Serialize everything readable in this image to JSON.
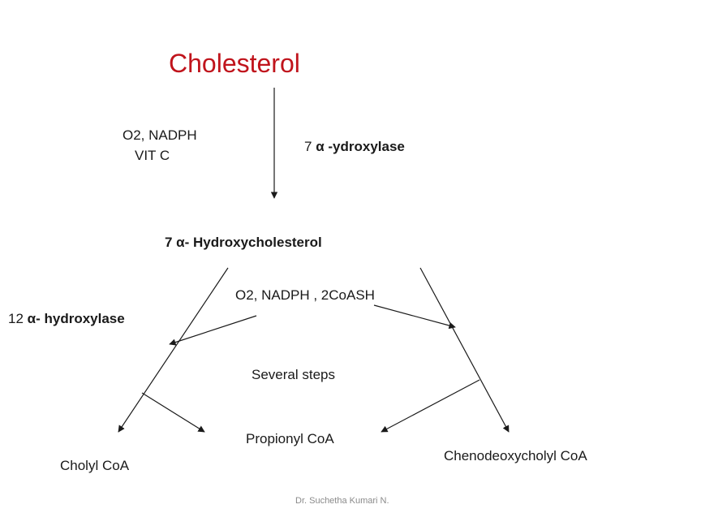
{
  "title": "Cholesterol",
  "step1": {
    "cofactor_line1": "O2, NADPH",
    "cofactor_line2": "VIT C",
    "enzyme_prefix": "7 ",
    "enzyme_name": "α -ydroxylase"
  },
  "intermediate": "7 α- Hydroxycholesterol",
  "step2": {
    "cofactors": "O2, NADPH , 2CoASH",
    "enzyme_prefix": "12 ",
    "enzyme_name": "α- hydroxylase",
    "steps_label": "Several steps"
  },
  "products": {
    "left": "Cholyl CoA",
    "middle": "Propionyl CoA",
    "right": "Chenodeoxycholyl CoA"
  },
  "credit": "Dr. Suchetha Kumari N.",
  "colors": {
    "title": "#c0141c",
    "text": "#1a1a1a",
    "credit": "#8a8a8a"
  }
}
